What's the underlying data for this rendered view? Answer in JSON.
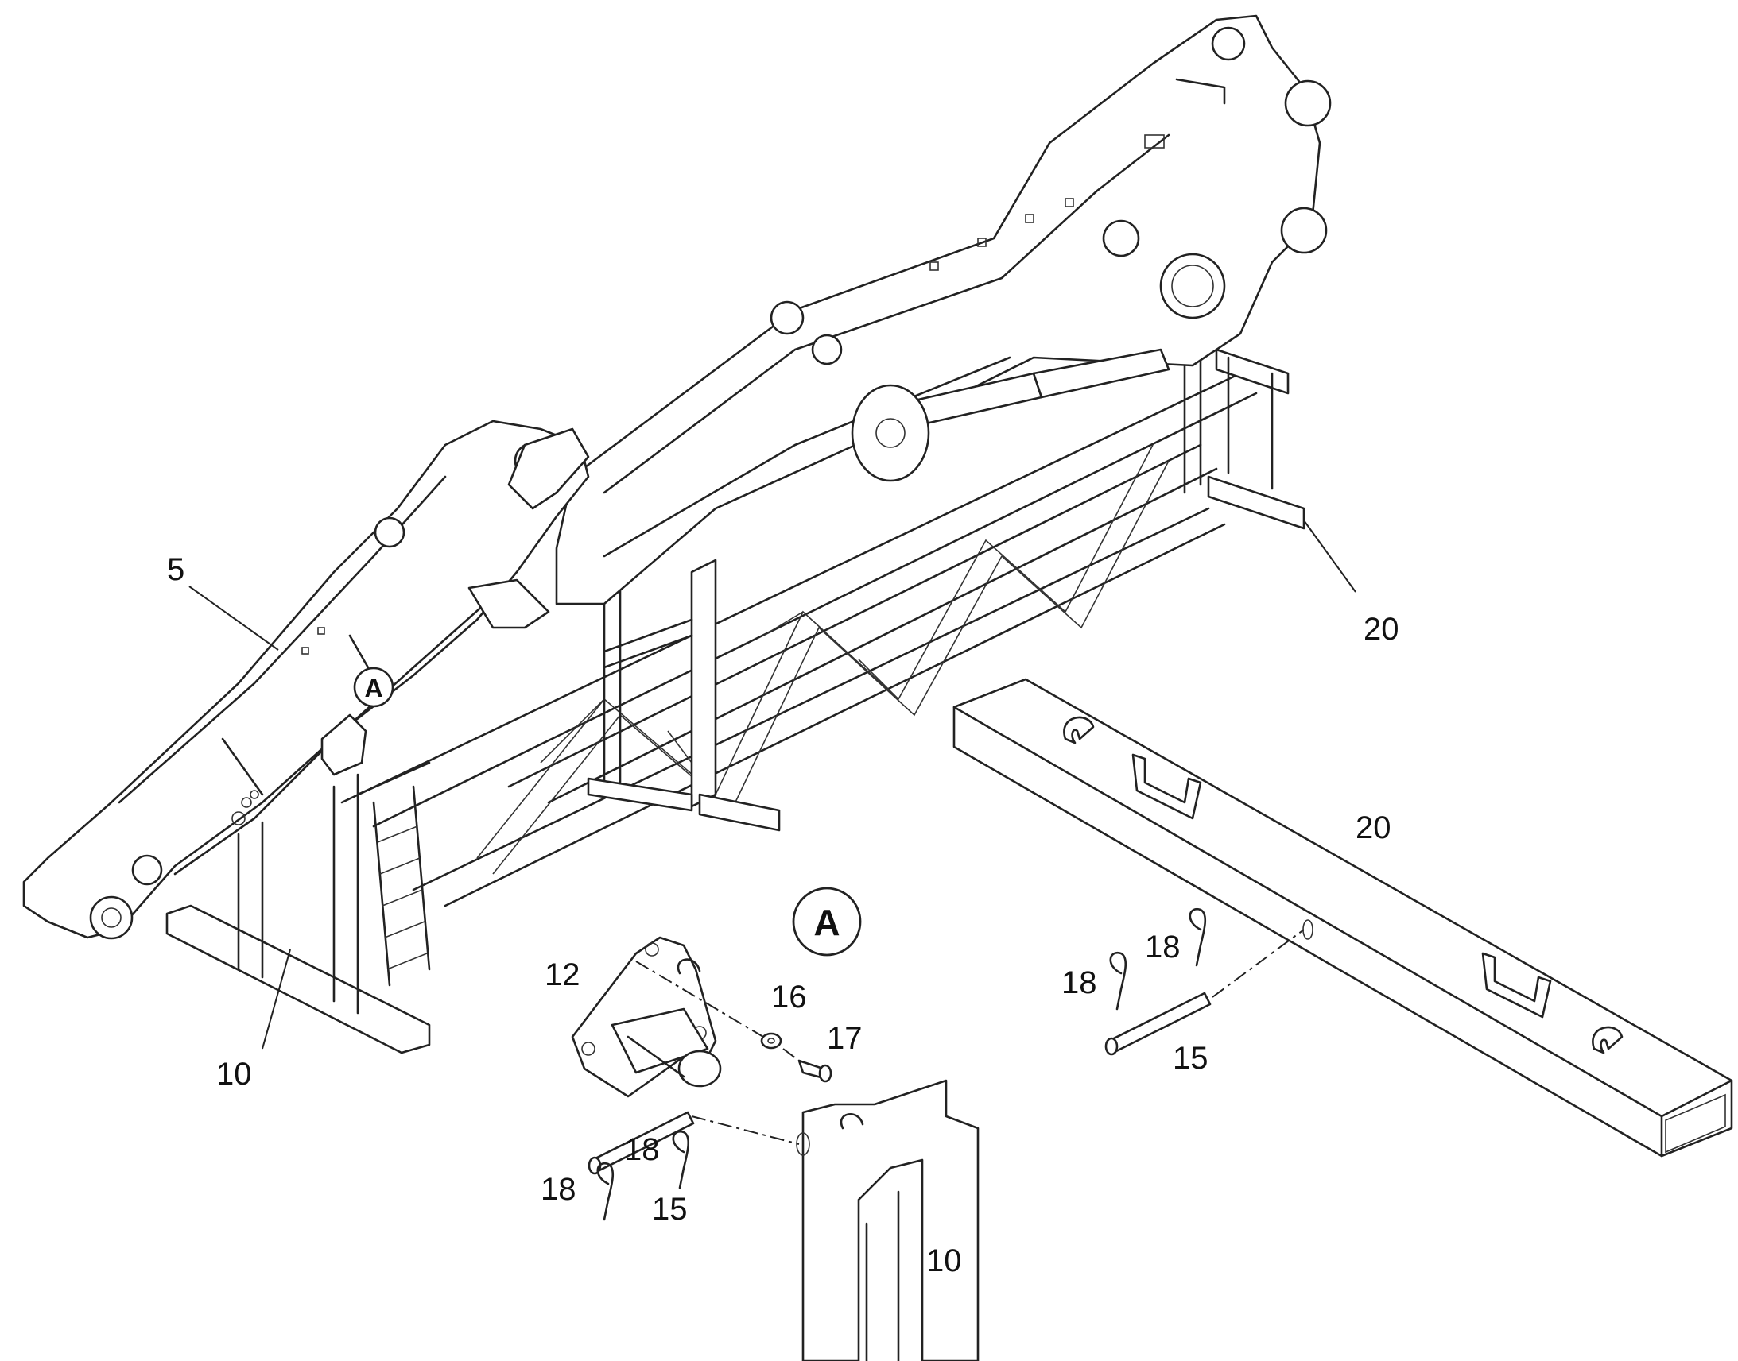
{
  "callouts": {
    "c5": "5",
    "c10_stand": "10",
    "c10_detail": "10",
    "c20_top": "20",
    "c20_beam": "20",
    "c12": "12",
    "c16": "16",
    "c17": "17",
    "c18_a": "18",
    "c18_b": "18",
    "c18_c": "18",
    "c18_d": "18",
    "c15_left": "15",
    "c15_right": "15"
  },
  "views": {
    "detail_marker": "A",
    "detail_title": "A"
  }
}
